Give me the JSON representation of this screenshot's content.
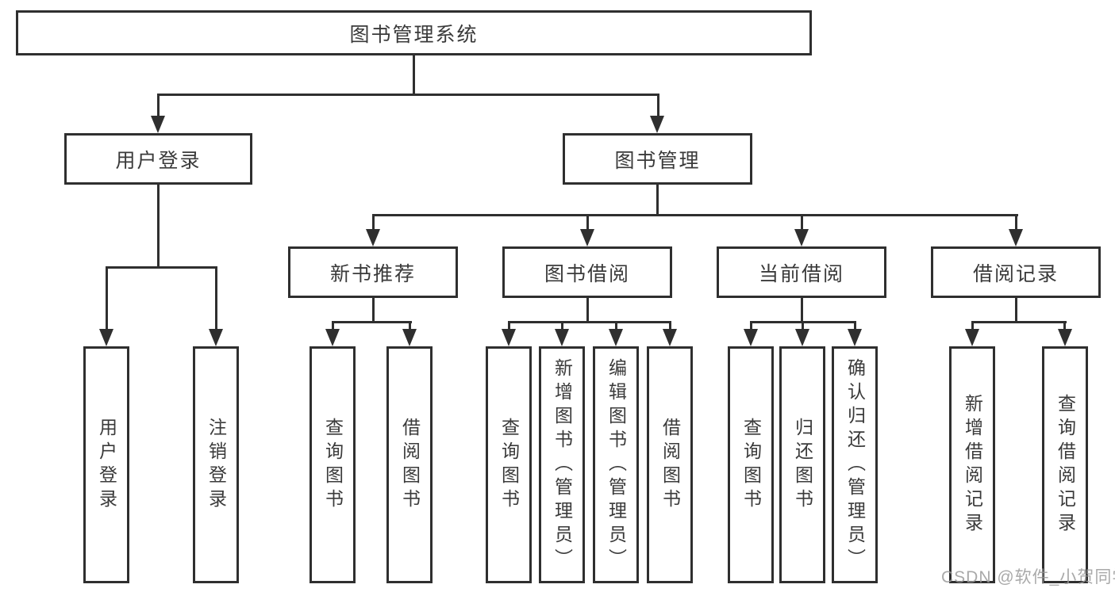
{
  "tree": {
    "root": "图书管理系统",
    "branches": [
      {
        "label": "用户登录",
        "leaves": [
          "用户登录",
          "注销登录"
        ]
      },
      {
        "label": "图书管理",
        "groups": [
          {
            "label": "新书推荐",
            "leaves": [
              "查询图书",
              "借阅图书"
            ]
          },
          {
            "label": "图书借阅",
            "leaves": [
              "查询图书",
              "新增图书（管理员）",
              "编辑图书（管理员）",
              "借阅图书"
            ]
          },
          {
            "label": "当前借阅",
            "leaves": [
              "查询图书",
              "归还图书",
              "确认归还（管理员）"
            ]
          },
          {
            "label": "借阅记录",
            "leaves": [
              "新增借阅记录",
              "查询借阅记录"
            ]
          }
        ]
      }
    ]
  },
  "watermark": "CSDN @软件_小贺同学",
  "colors": {
    "line": "#2f2f2f",
    "text": "#3a3a3a",
    "background": "#ffffff",
    "watermark": "#9b9b9b"
  }
}
